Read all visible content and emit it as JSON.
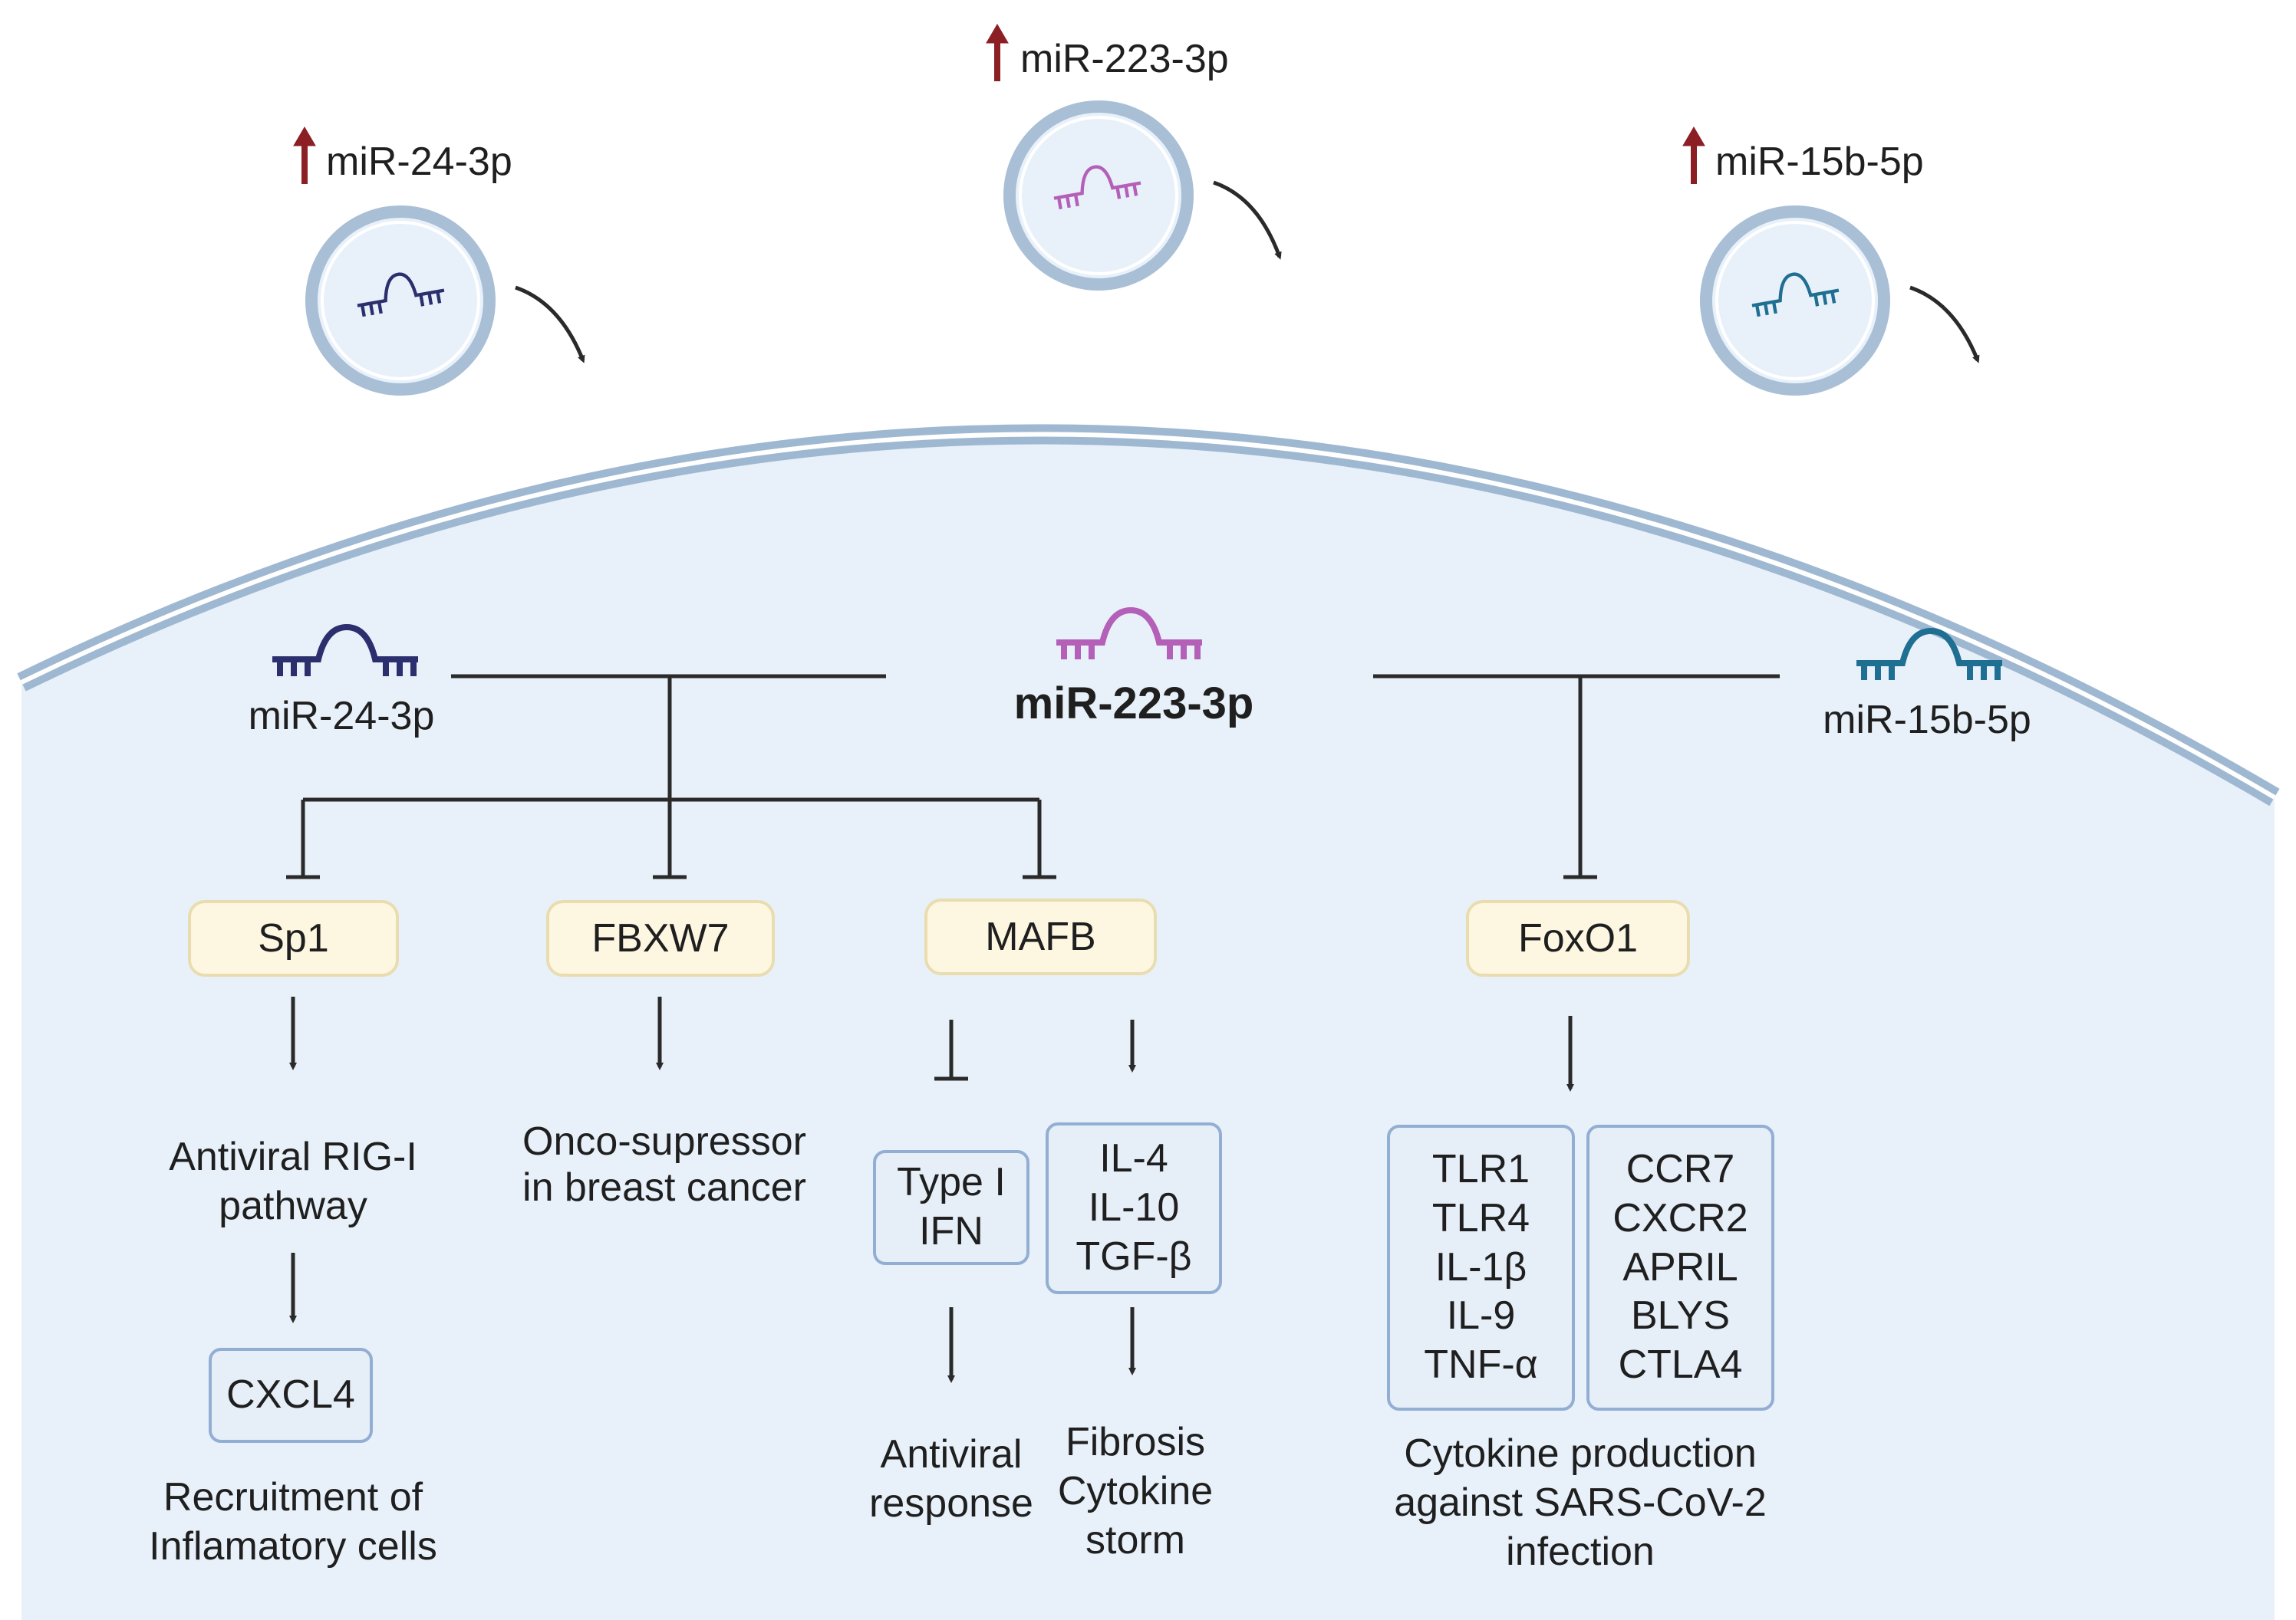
{
  "exosomes": [
    {
      "label": "miR-24-3p",
      "color": "#2b2f6d"
    },
    {
      "label": "miR-223-3p",
      "color": "#b45fb8"
    },
    {
      "label": "miR-15b-5p",
      "color": "#1f6f92"
    }
  ],
  "cell": {
    "mirnas": {
      "left": "miR-24-3p",
      "center": "miR-223-3p",
      "right": "miR-15b-5p"
    },
    "targets": [
      "Sp1",
      "FBXW7",
      "MAFB",
      "FoxO1"
    ],
    "outcomes": {
      "sp1": {
        "line1": "Antiviral RIG-I",
        "line2": "pathway",
        "box": "CXCL4",
        "final1": "Recruitment of",
        "final2": "Inflamatory cells"
      },
      "fbxw7": {
        "line1": "Onco-supressor",
        "line2": "in breast cancer"
      },
      "mafb_inhibit": {
        "box1": "Type I",
        "box2": "IFN",
        "final1": "Antiviral",
        "final2": "response"
      },
      "mafb_activate": {
        "box": [
          "IL-4",
          "IL-10",
          "TGF-β"
        ],
        "final1": "Fibrosis",
        "final2": "Cytokine",
        "final3": "storm"
      },
      "foxo1": {
        "box_left": [
          "TLR1",
          "TLR4",
          "IL-1β",
          "IL-9",
          "TNF-α"
        ],
        "box_right": [
          "CCR7",
          "CXCR2",
          "APRIL",
          "BLYS",
          "CTLA4"
        ],
        "final1": "Cytokine production",
        "final2": "against SARS-CoV-2",
        "final3": "infection"
      }
    }
  },
  "colors": {
    "up_arrow": "#8b1f24",
    "cell_fill": "#e8f1fa",
    "membrane": "#9fb8d2",
    "lines": "#2a2a2a"
  }
}
